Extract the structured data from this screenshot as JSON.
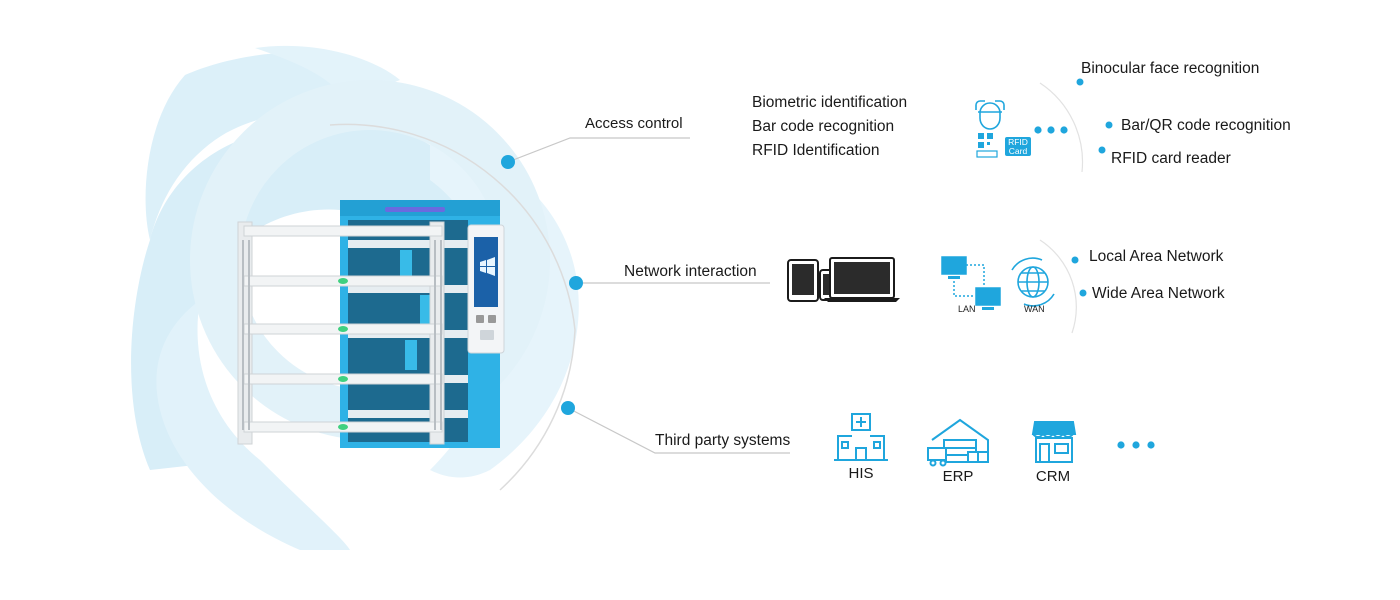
{
  "colors": {
    "accent": "#1fa6dd",
    "accent_light": "#d6eef8",
    "cabinet_blue": "#2fb2e6",
    "line_gray": "#c8c8c8",
    "text": "#1a1a1a"
  },
  "branches": {
    "access_control": {
      "label": "Access control",
      "methods": [
        "Biometric identification",
        "Bar code recognition",
        "RFID Identification"
      ],
      "icons": [
        "face-scan-icon",
        "qr-code-icon",
        "rfid-card-icon"
      ],
      "rfid_icon_text_1": "RFID",
      "rfid_icon_text_2": "Card",
      "options": [
        "Binocular face recognition",
        "Bar/QR code recognition",
        "RFID card reader"
      ]
    },
    "network_interaction": {
      "label": "Network interaction",
      "devices": [
        "tablet-icon",
        "phone-icon",
        "laptop-icon"
      ],
      "lan_label": "LAN",
      "wan_label": "WAN",
      "options": [
        "Local Area Network",
        "Wide Area Network"
      ]
    },
    "third_party": {
      "label": "Third party systems",
      "systems": [
        {
          "name": "HIS",
          "icon": "hospital-icon"
        },
        {
          "name": "ERP",
          "icon": "warehouse-icon"
        },
        {
          "name": "CRM",
          "icon": "store-icon"
        }
      ]
    }
  }
}
